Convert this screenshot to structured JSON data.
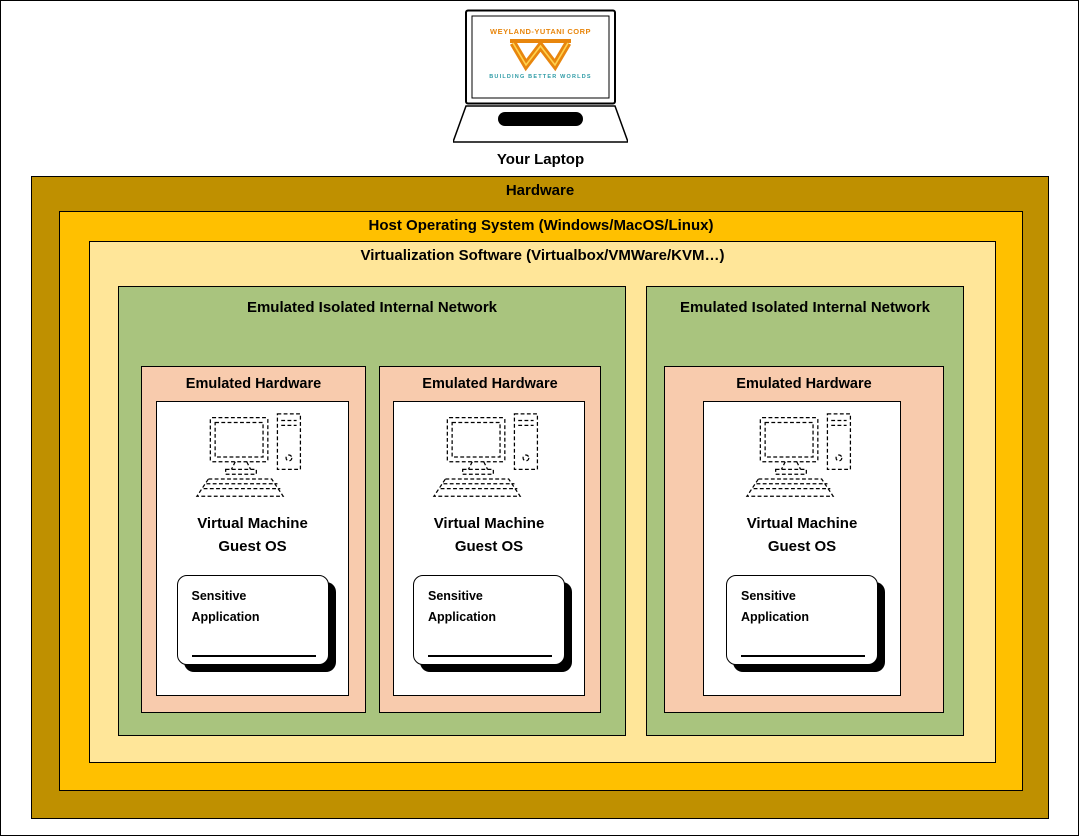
{
  "laptop": {
    "label": "Your Laptop",
    "logo_company": "WEYLAND-YUTANI CORP",
    "logo_tagline": "BUILDING BETTER WORLDS"
  },
  "layers": {
    "hardware": "Hardware",
    "host_os": "Host Operating System (Windows/MacOS/Linux)",
    "virtualization": "Virtualization Software (Virtualbox/VMWare/KVM…)"
  },
  "networks": [
    {
      "label": "Emulated Isolated Internal Network",
      "machines": [
        {
          "hardware": "Emulated Hardware",
          "vm_line1": "Virtual Machine",
          "vm_line2": "Guest OS",
          "app": "Sensitive Application"
        },
        {
          "hardware": "Emulated Hardware",
          "vm_line1": "Virtual Machine",
          "vm_line2": "Guest OS",
          "app": "Sensitive Application"
        }
      ]
    },
    {
      "label": "Emulated Isolated Internal Network",
      "machines": [
        {
          "hardware": "Emulated Hardware",
          "vm_line1": "Virtual Machine",
          "vm_line2": "Guest OS",
          "app": "Sensitive Application"
        }
      ]
    }
  ],
  "colors": {
    "hardware_layer": "#BF9000",
    "host_os_layer": "#FFC000",
    "virtualization_layer": "#FFE699",
    "network_layer": "#A9C47E",
    "emulated_hardware_layer": "#F8CBAD",
    "logo_orange": "#E8860D",
    "logo_yellow": "#FFD34D",
    "logo_teal": "#2E9BA6"
  }
}
